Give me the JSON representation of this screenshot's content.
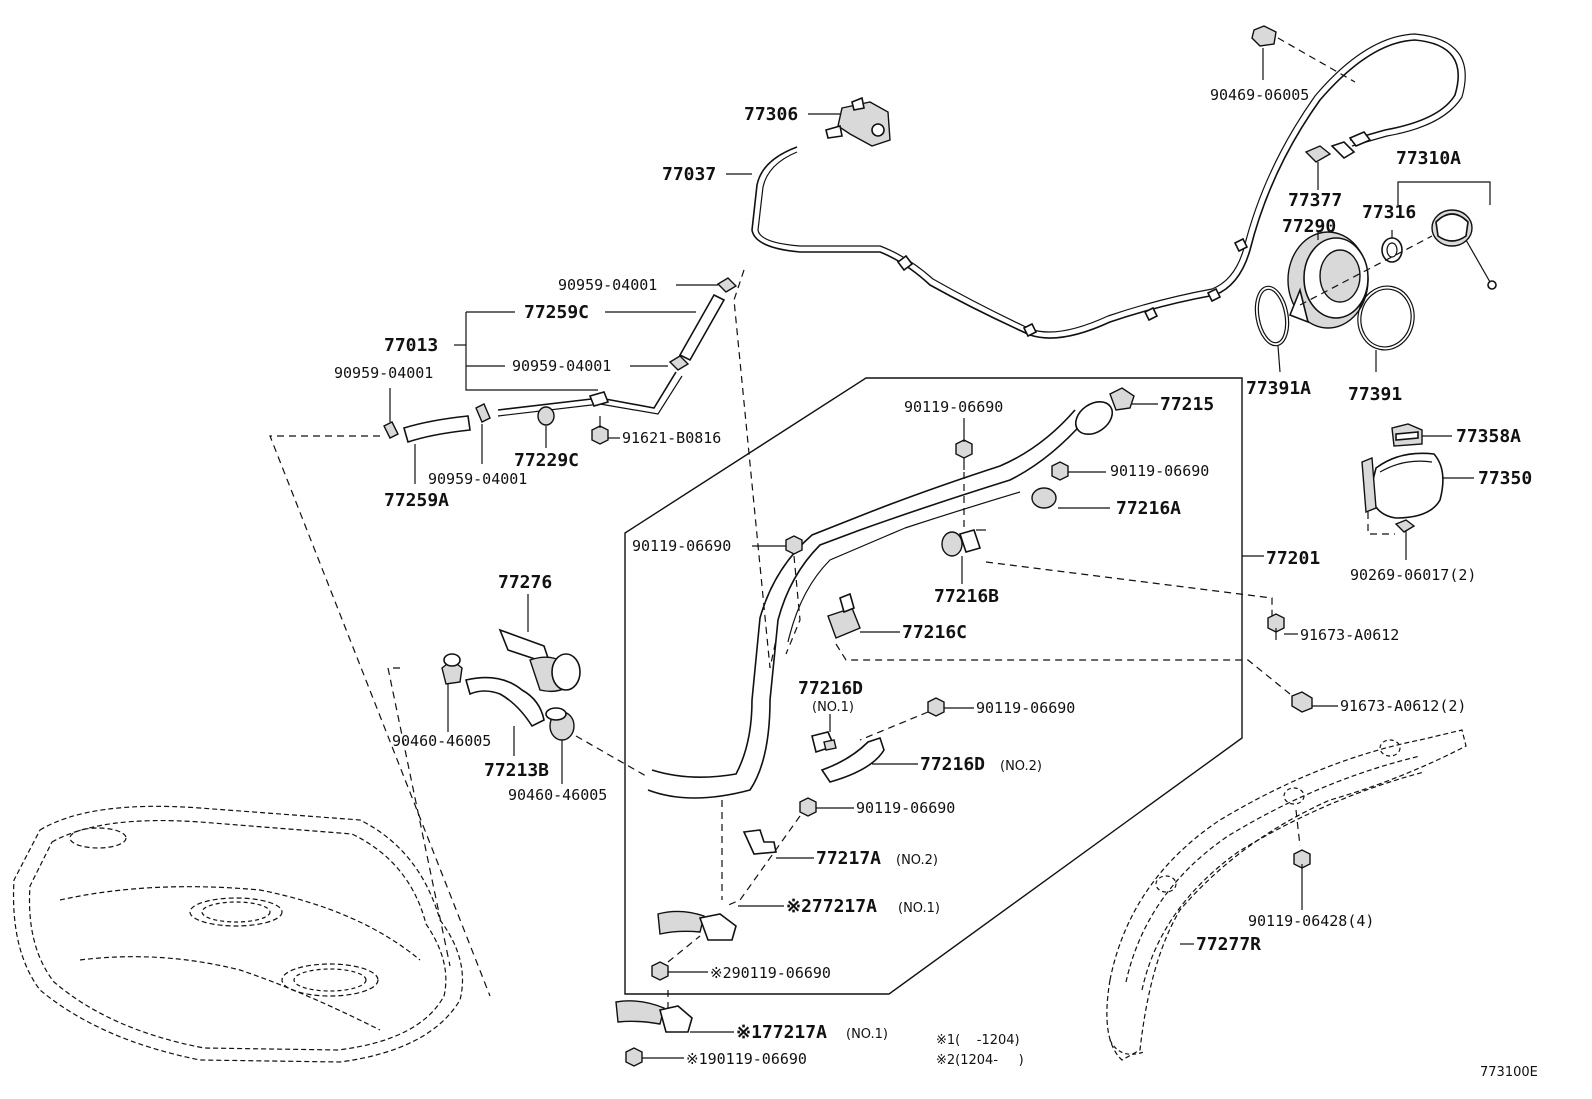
{
  "diagram_code": "773100E",
  "labels": {
    "p90469_06005": "90469-06005",
    "p77306": "77306",
    "p77037": "77037",
    "p77310A": "77310A",
    "p77377": "77377",
    "p77316": "77316",
    "p77290": "77290",
    "p77391A": "77391A",
    "p77391": "77391",
    "p90959_04001_top": "90959-04001",
    "p77259C": "77259C",
    "p77013": "77013",
    "p90959_04001_mid": "90959-04001",
    "p90959_04001_left": "90959-04001",
    "p91621_B0816": "91621-B0816",
    "p77229C": "77229C",
    "p90959_04001_bot": "90959-04001",
    "p77259A": "77259A",
    "p77215": "77215",
    "p90119_06690_a": "90119-06690",
    "p90119_06690_b": "90119-06690",
    "p77216A": "77216A",
    "p77358A": "77358A",
    "p77350": "77350",
    "p90269_06017": "90269-06017(2)",
    "p90119_06690_c": "90119-06690",
    "p77216B": "77216B",
    "p77201": "77201",
    "p77276": "77276",
    "p77216C": "77216C",
    "p91673_A0612": "91673-A0612",
    "p77216D_no1": "77216D",
    "p77216D_no1_sub": "(NO.1)",
    "p91673_A0612_2": "91673-A0612(2)",
    "p90119_06690_d": "90119-06690",
    "p90460_46005_a": "90460-46005",
    "p77213B": "77213B",
    "p77216D_no2": "77216D",
    "p77216D_no2_sub": "(NO.2)",
    "p90460_46005_b": "90460-46005",
    "p90119_06690_e": "90119-06690",
    "p77217A_no2": "77217A",
    "p77217A_no2_sub": "(NO.2)",
    "p90119_06428": "90119-06428(4)",
    "p2_77217A": "※277217A",
    "p2_77217A_sub": "(NO.1)",
    "p77277R": "77277R",
    "p2_90119_06690": "※290119-06690",
    "p1_77217A": "※177217A",
    "p1_77217A_sub": "(NO.1)",
    "p1_90119_06690": "※190119-06690",
    "note1": "※1(    -1204)",
    "note2": "※2(1204-     )"
  },
  "icons": [
    "bolt-icon",
    "clip-icon",
    "hose-clamp-icon",
    "fuel-cap-icon",
    "fuel-tank-icon"
  ]
}
